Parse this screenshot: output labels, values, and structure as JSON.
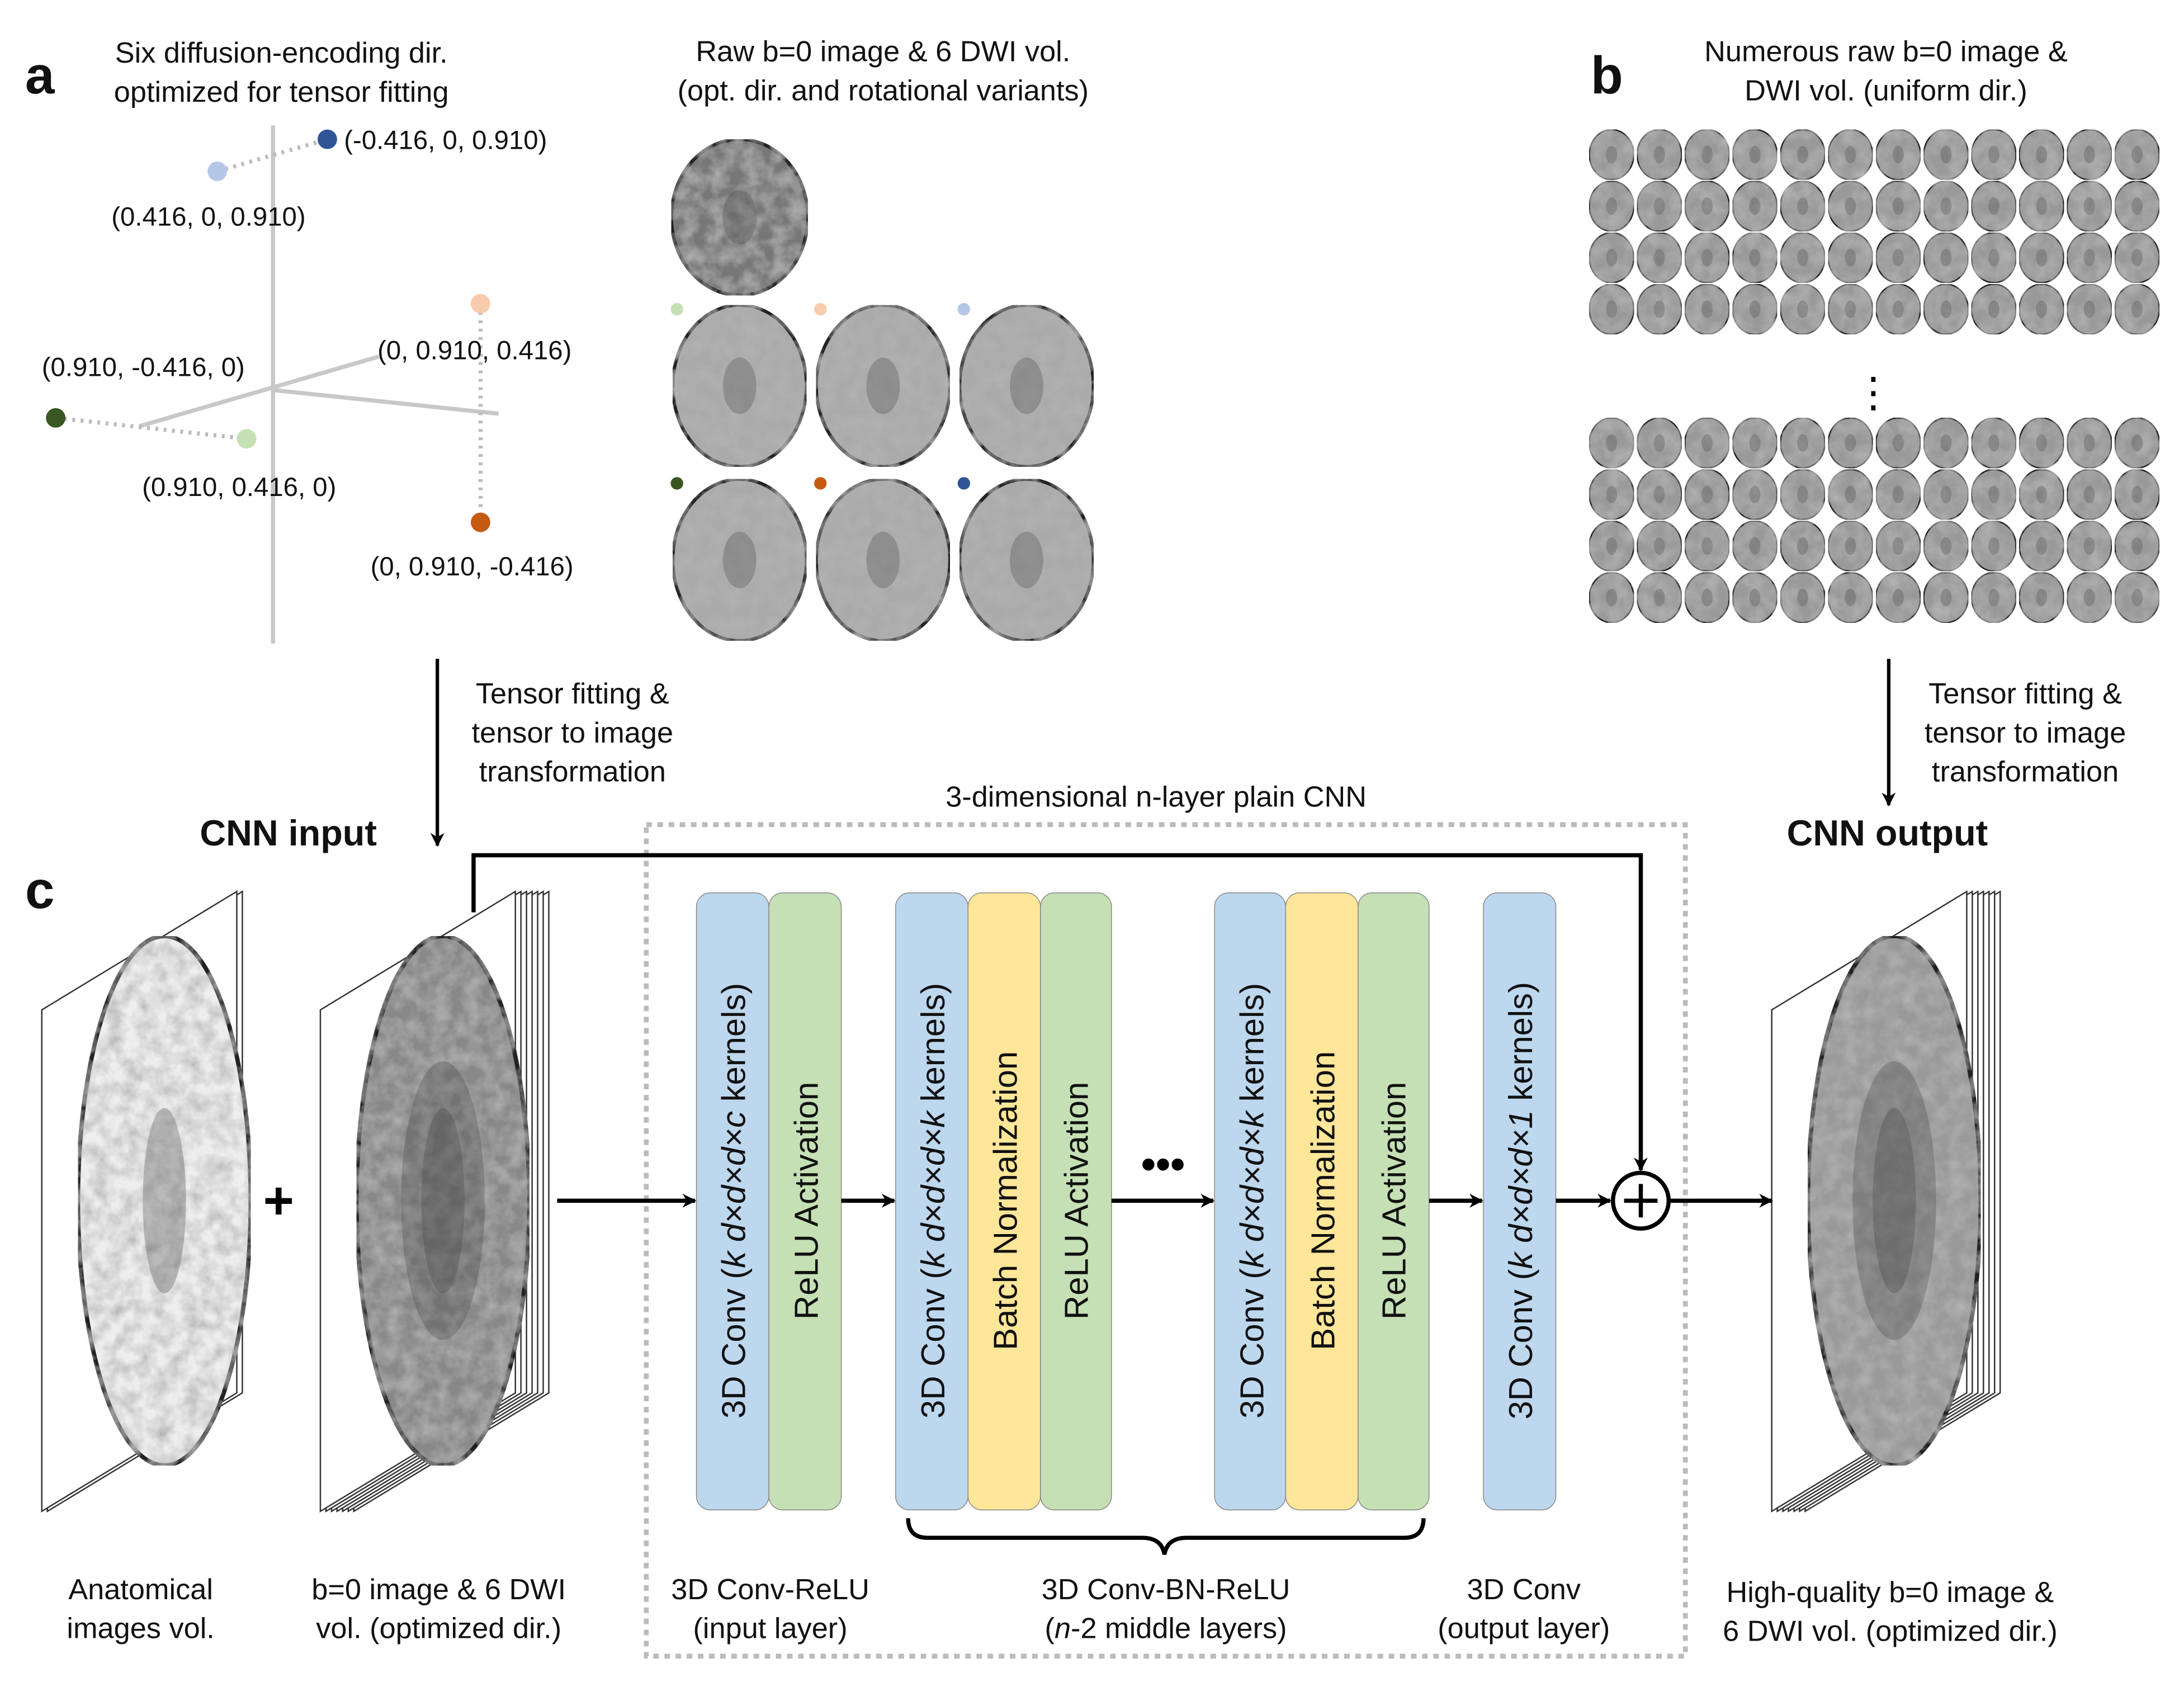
{
  "panel_a": {
    "letter": "a",
    "title_lines": [
      "Six diffusion-encoding dir.",
      "optimized for tensor fitting"
    ],
    "directions": [
      {
        "label": "(-0.416, 0, 0.910)",
        "color": "#2f5597"
      },
      {
        "label": "(0.416, 0, 0.910)",
        "color": "#b4c7e7"
      },
      {
        "label": "(0, 0.910, 0.416)",
        "color": "#f8cbad"
      },
      {
        "label": "(0, 0.910, -0.416)",
        "color": "#c55a11"
      },
      {
        "label": "(0.910, -0.416, 0)",
        "color": "#385723"
      },
      {
        "label": "(0.910, 0.416, 0)",
        "color": "#c5e0b4"
      }
    ],
    "images_title_lines": [
      "Raw b=0 image & 6 DWI vol.",
      "(opt. dir. and rotational variants)"
    ]
  },
  "panel_b": {
    "letter": "b",
    "title_lines": [
      "Numerous raw b=0 image &",
      "DWI vol. (uniform dir.)"
    ],
    "ellipsis": "⋮"
  },
  "fitting_left": [
    "Tensor fitting &",
    "tensor to image",
    "transformation"
  ],
  "fitting_right": [
    "Tensor fitting &",
    "tensor to image",
    "transformation"
  ],
  "cnn_input": "CNN input",
  "cnn_output": "CNN output",
  "panel_c": {
    "letter": "c",
    "network_title": "3-dimensional n-layer plain CNN",
    "plus": "+",
    "dots": "•••",
    "blocks": {
      "conv_in": {
        "prefix": "3D Conv (",
        "dims": "k d×d×d×c",
        "suffix": " kernels)"
      },
      "conv_mid": {
        "prefix": "3D Conv (",
        "dims": "k d×d×d×k",
        "suffix": " kernels)"
      },
      "conv_out": {
        "prefix": "3D Conv (",
        "dims": "k d×d×d×1",
        "suffix": " kernels)"
      },
      "bn": "Batch Normalization",
      "relu": "ReLU Activation"
    },
    "colors": {
      "conv": "#bdd7ee",
      "bn": "#ffe699",
      "relu": "#c5e0b4"
    },
    "captions": {
      "anat": [
        "Anatomical",
        "images vol."
      ],
      "input": [
        "b=0 image & 6 DWI",
        "vol. (optimized dir.)"
      ],
      "in_layer": [
        "3D Conv-ReLU",
        "(input layer)"
      ],
      "mid_layer": [
        "3D Conv-BN-ReLU",
        "n",
        "-2 middle layers)"
      ],
      "out_layer": [
        "3D Conv",
        "(output layer)"
      ],
      "output": [
        "High-quality b=0 image &",
        "6 DWI vol. (optimized dir.)"
      ]
    }
  }
}
